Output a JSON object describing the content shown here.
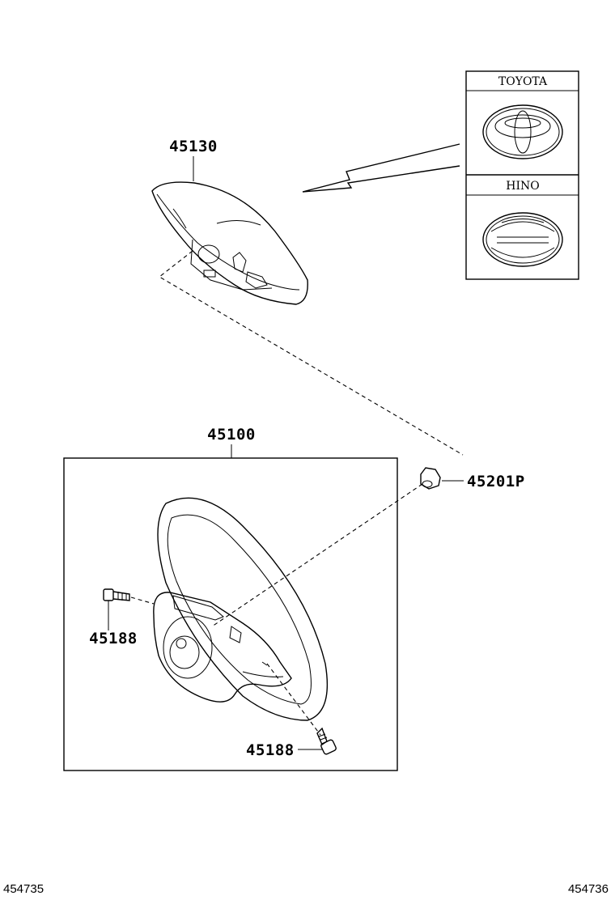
{
  "parts": {
    "pad": "45130",
    "wheel": "45100",
    "nut": "45201P",
    "bolt_left": "45188",
    "bolt_bottom": "45188"
  },
  "emblems": {
    "toyota": "TOYOTA",
    "hino": "HINO"
  },
  "footer": {
    "left": "454735",
    "right": "454736"
  }
}
